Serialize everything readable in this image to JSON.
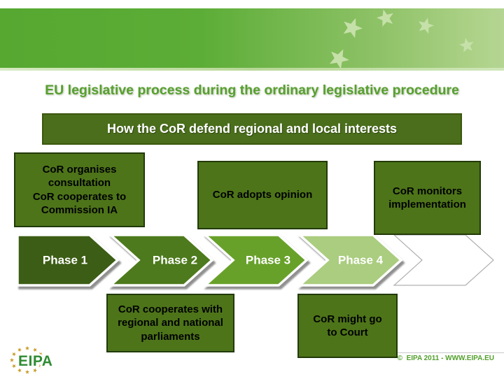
{
  "colors": {
    "band_gradient_left": "#56a831",
    "band_gradient_right": "#aed289",
    "band_star": "#c6e0a9",
    "title_text": "#57a02e",
    "banner_bg": "#4a6e1b",
    "box_bg": "#4d7419",
    "box_border": "#223a08",
    "copyright_text": "#53a02d",
    "eipa_green": "#2f8b33",
    "eipa_gold": "#c79e2b"
  },
  "header": {
    "title": "EU legislative process during the ordinary legislative procedure"
  },
  "banner": {
    "label": "How the CoR defend regional and local interests"
  },
  "top_boxes": [
    {
      "text": "CoR organises\nconsultation\nCoR cooperates to\nCommission IA"
    },
    {
      "text": "CoR adopts opinion"
    },
    {
      "text": "CoR monitors\nimplementation"
    }
  ],
  "phases": [
    {
      "label": "Phase 1",
      "color": "#3c5d15"
    },
    {
      "label": "Phase 2",
      "color": "#4d7a1c"
    },
    {
      "label": "Phase 3",
      "color": "#68a12a"
    },
    {
      "label": "Phase 4",
      "color": "#aacd7f"
    }
  ],
  "bottom_boxes": [
    {
      "text": "CoR cooperates with\nregional and national\nparliaments"
    },
    {
      "text": "CoR might go\nto Court"
    }
  ],
  "footer": {
    "logo_text": "EIPA",
    "copyright": "©  EIPA 2011 - WWW.EIPA.EU"
  }
}
